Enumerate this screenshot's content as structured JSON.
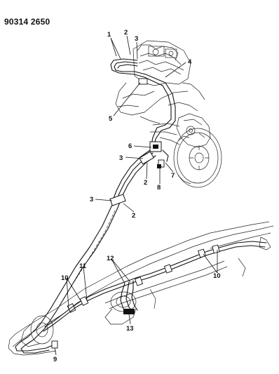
{
  "diagram": {
    "part_number": "90314 2650",
    "callouts": [
      "1",
      "2",
      "3",
      "4",
      "5",
      "6",
      "3",
      "2",
      "8",
      "7",
      "3",
      "2",
      "12",
      "11",
      "10",
      "10",
      "9",
      "13"
    ]
  }
}
